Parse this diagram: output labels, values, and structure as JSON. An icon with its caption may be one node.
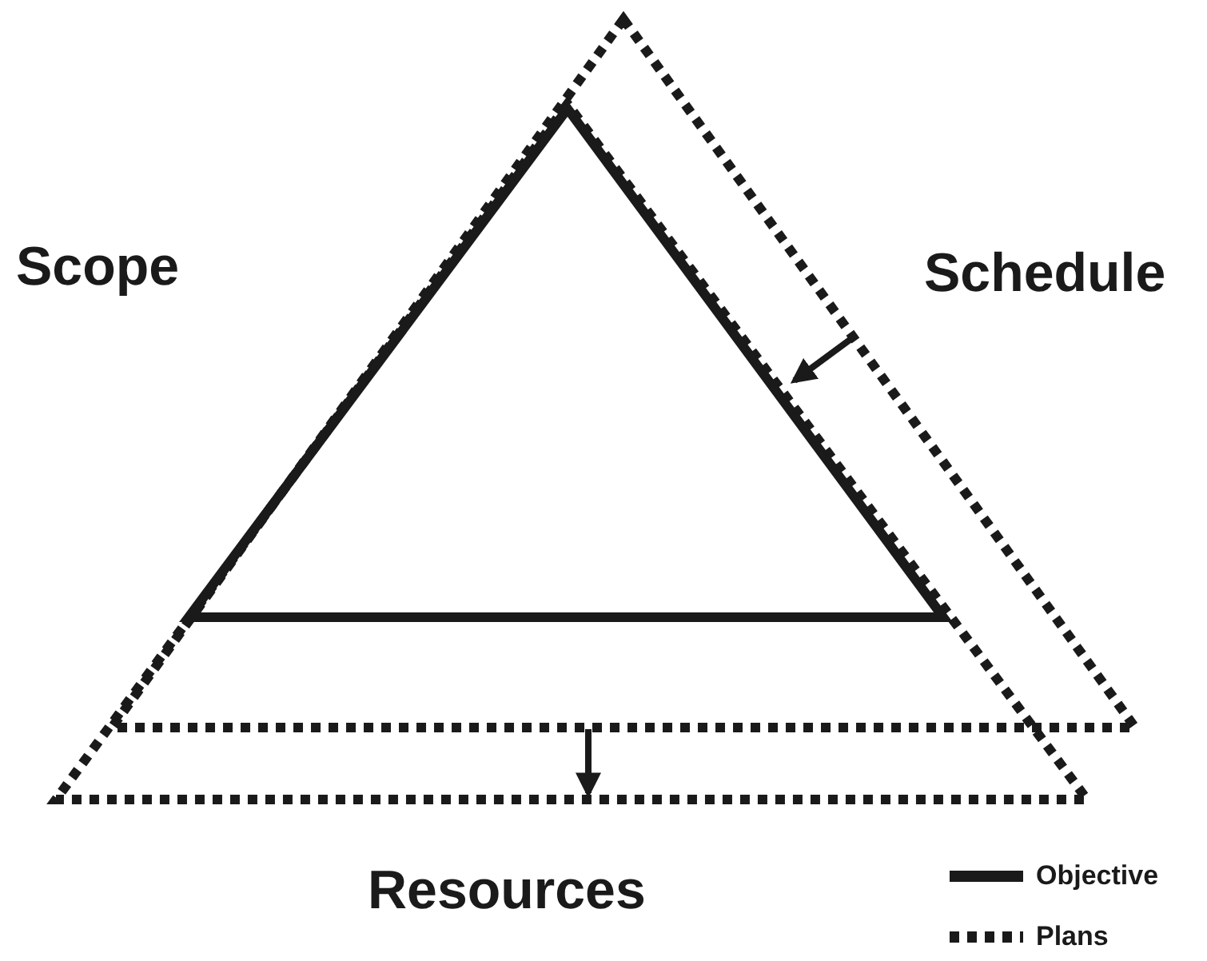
{
  "diagram": {
    "labels": [
      "Scope",
      "Schedule",
      "Resources"
    ],
    "legend": [
      {
        "text": "Objective"
      },
      {
        "text": "Plans"
      }
    ]
  }
}
